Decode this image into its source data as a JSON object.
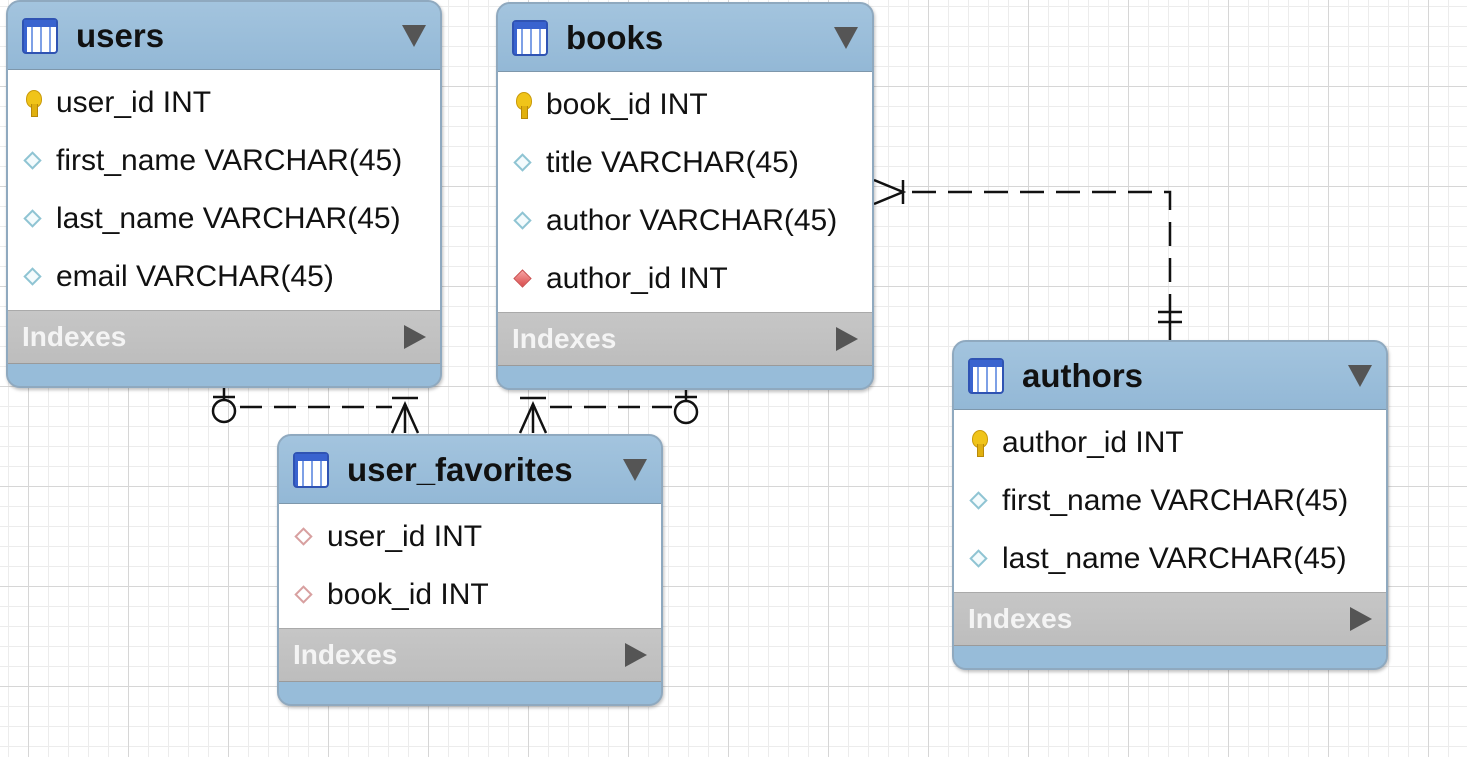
{
  "tables": {
    "users": {
      "name": "users",
      "columns": [
        {
          "text": "user_id INT",
          "kind": "primary-key"
        },
        {
          "text": "first_name VARCHAR(45)",
          "kind": "attribute"
        },
        {
          "text": "last_name VARCHAR(45)",
          "kind": "attribute"
        },
        {
          "text": "email VARCHAR(45)",
          "kind": "attribute"
        }
      ],
      "indexes_label": "Indexes"
    },
    "books": {
      "name": "books",
      "columns": [
        {
          "text": "book_id INT",
          "kind": "primary-key"
        },
        {
          "text": "title VARCHAR(45)",
          "kind": "attribute"
        },
        {
          "text": "author VARCHAR(45)",
          "kind": "attribute"
        },
        {
          "text": "author_id INT",
          "kind": "foreign-key"
        }
      ],
      "indexes_label": "Indexes"
    },
    "authors": {
      "name": "authors",
      "columns": [
        {
          "text": "author_id INT",
          "kind": "primary-key"
        },
        {
          "text": "first_name VARCHAR(45)",
          "kind": "attribute"
        },
        {
          "text": "last_name VARCHAR(45)",
          "kind": "attribute"
        }
      ],
      "indexes_label": "Indexes"
    },
    "user_favorites": {
      "name": "user_favorites",
      "columns": [
        {
          "text": "user_id INT",
          "kind": "foreign-key-primary"
        },
        {
          "text": "book_id INT",
          "kind": "foreign-key-primary"
        }
      ],
      "indexes_label": "Indexes"
    }
  },
  "relationships": [
    {
      "from": "users",
      "to": "user_favorites",
      "from_end": "zero-or-one",
      "to_end": "one-or-many",
      "style": "dashed"
    },
    {
      "from": "books",
      "to": "user_favorites",
      "from_end": "zero-or-one",
      "to_end": "one-or-many",
      "style": "dashed"
    },
    {
      "from": "authors",
      "to": "books",
      "from_end": "one-and-only-one",
      "to_end": "one-or-many",
      "style": "dashed"
    }
  ],
  "colors": {
    "header": "#97bcd9",
    "indexes_bar": "#c2c2c2",
    "connector": "#111111",
    "primary_key": "#f0c419",
    "foreign_key": "#d84c4c",
    "attribute": "#8fc4d3"
  }
}
